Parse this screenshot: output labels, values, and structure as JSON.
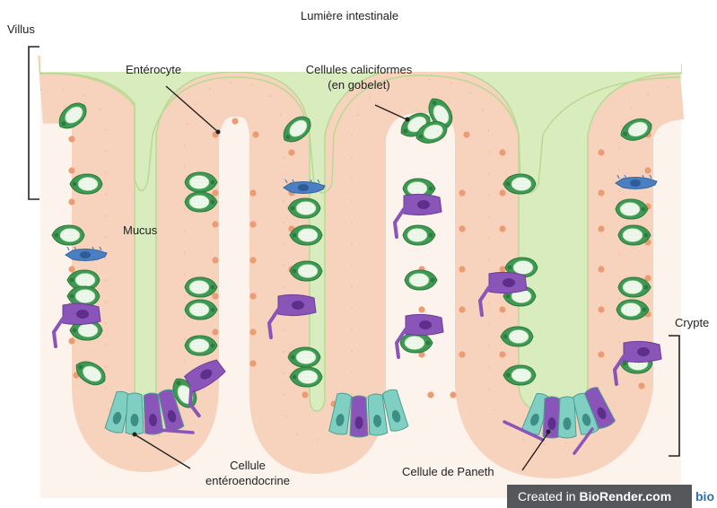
{
  "labels": {
    "lumen": "Lumière intestinale",
    "villus": "Villus",
    "enterocyte": "Entérocyte",
    "goblet_line1": "Cellules caliciformes",
    "goblet_line2": "(en gobelet)",
    "mucus": "Mucus",
    "crypt": "Crypte",
    "enteroendocrine_line1": "Cellule",
    "enteroendocrine_line2": "entéroendocrine",
    "paneth": "Cellule de Paneth"
  },
  "watermark": {
    "prefix": "Created in ",
    "brand": "BioRender.com",
    "tail": "bio"
  },
  "colors": {
    "mucus": "#d9ecbe",
    "mucus_edge": "#b9d993",
    "epithelium": "#f7d3bd",
    "epithelium_edge": "#e2a98a",
    "nucleus": "#ec9c72",
    "goblet": "#3e9a52",
    "goblet_granules": "#e9f5e6",
    "enteroendocrine": "#4a7fc1",
    "paneth": "#8a55b8",
    "stem": "#7fcfc2",
    "background": "#fdf3ed",
    "leader_line": "#222222",
    "bracket": "#222222"
  }
}
